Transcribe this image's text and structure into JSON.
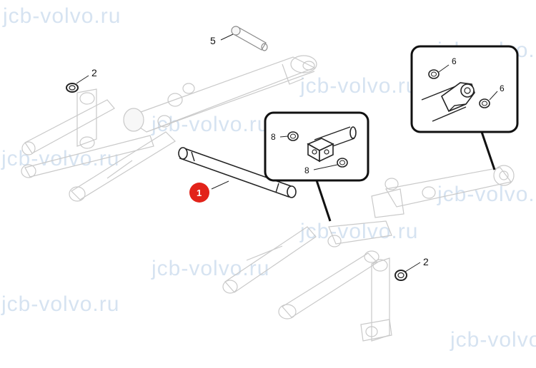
{
  "watermark": "jcb-volvo.ru",
  "callouts": {
    "shaft": "1",
    "bushing_left": "2",
    "bushing_right": "2",
    "pin_top": "5"
  },
  "detail_left": {
    "label_top": "8",
    "label_bottom": "8"
  },
  "detail_right": {
    "label_top": "6",
    "label_right": "6"
  },
  "colors": {
    "highlight": "#e2231a",
    "watermark": "#c8d9ec",
    "ghost_lines": "#c9c9c9"
  }
}
